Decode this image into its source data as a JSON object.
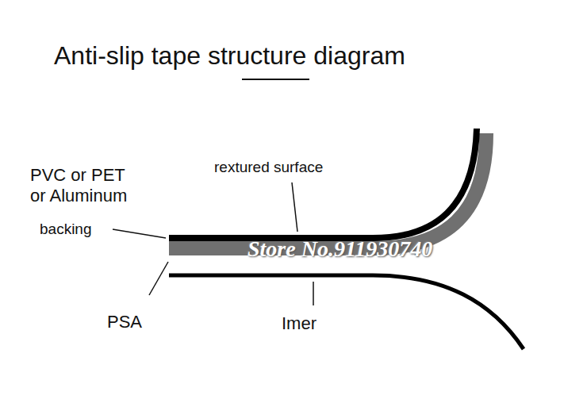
{
  "diagram": {
    "title": "Anti-slip tape structure diagram",
    "labels": [
      "PVC or PET or Aluminum",
      "backing",
      "rextured surface",
      "PSA",
      "Imer",
      "Store No.911930740"
    ]
  }
}
